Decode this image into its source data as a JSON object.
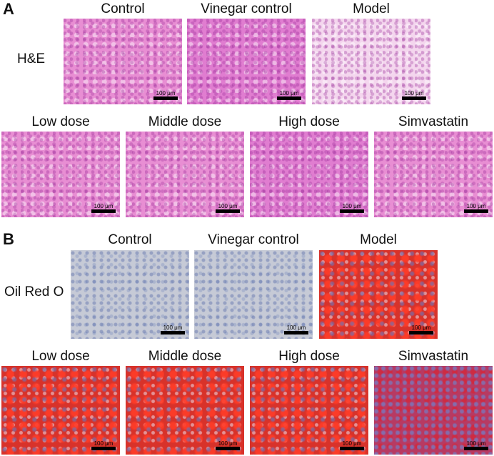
{
  "panels": {
    "A": {
      "letter": "A",
      "row_label": "H&E",
      "images": [
        {
          "title": "Control",
          "scale": "100 μm"
        },
        {
          "title": "Vinegar control",
          "scale": "100 μm"
        },
        {
          "title": "Model",
          "scale": "100 μm"
        },
        {
          "title": "Low dose",
          "scale": "100 μm"
        },
        {
          "title": "Middle dose",
          "scale": "100 μm"
        },
        {
          "title": "High dose",
          "scale": "100 μm"
        },
        {
          "title": "Simvastatin",
          "scale": "100 μm"
        }
      ]
    },
    "B": {
      "letter": "B",
      "row_label": "Oil Red O",
      "images": [
        {
          "title": "Control",
          "scale": "100 μm"
        },
        {
          "title": "Vinegar control",
          "scale": "100 μm"
        },
        {
          "title": "Model",
          "scale": "100 μm"
        },
        {
          "title": "Low dose",
          "scale": "100 μm"
        },
        {
          "title": "Middle dose",
          "scale": "100 μm"
        },
        {
          "title": "High dose",
          "scale": "100 μm"
        },
        {
          "title": "Simvastatin",
          "scale": "100 μm"
        }
      ]
    }
  }
}
